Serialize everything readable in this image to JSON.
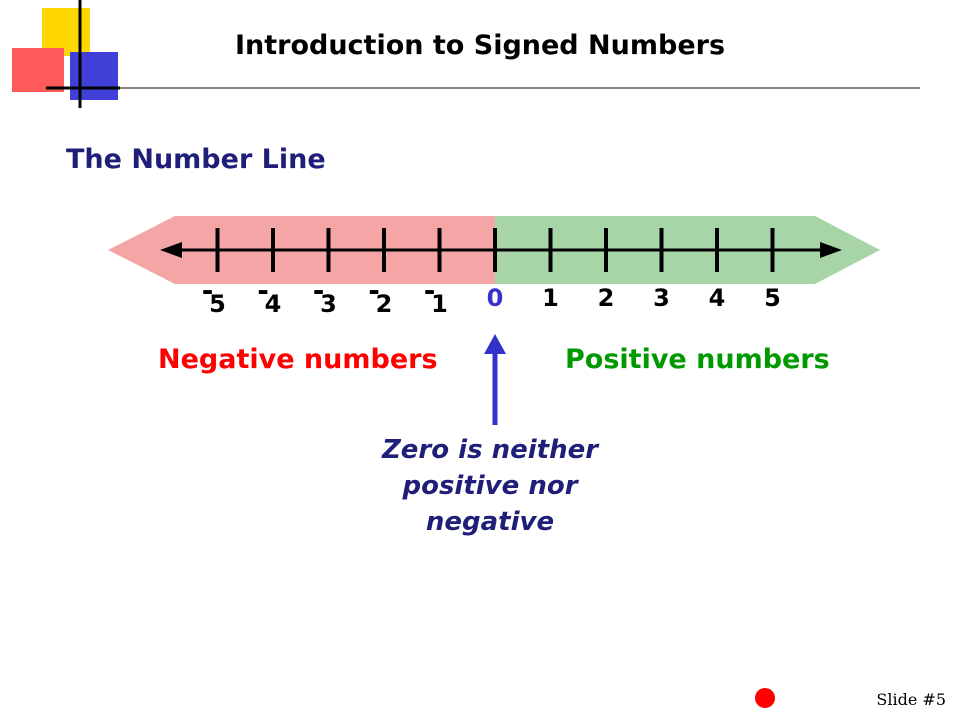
{
  "slide": {
    "title": "Introduction to Signed Numbers",
    "subtitle": "The Number Line",
    "slide_number": "Slide #5"
  },
  "number_line": {
    "negative_labels": [
      "5",
      "4",
      "3",
      "2",
      "1"
    ],
    "negative_values": [
      -5,
      -4,
      -3,
      -2,
      -1
    ],
    "zero_label": "0",
    "positive_labels": [
      "1",
      "2",
      "3",
      "4",
      "5"
    ],
    "positive_values": [
      1,
      2,
      3,
      4,
      5
    ],
    "negative_sign": "-",
    "negative_caption": "Negative numbers",
    "positive_caption": "Positive numbers"
  },
  "note": {
    "line1": "Zero is neither",
    "line2": "positive nor",
    "line3": "negative"
  },
  "colors": {
    "negative": "#ff0000",
    "positive": "#009900",
    "neg_band": "#f4a6a6",
    "pos_band": "#a8d5a8",
    "zero": "#3333cc",
    "arrow": "#3333cc"
  }
}
